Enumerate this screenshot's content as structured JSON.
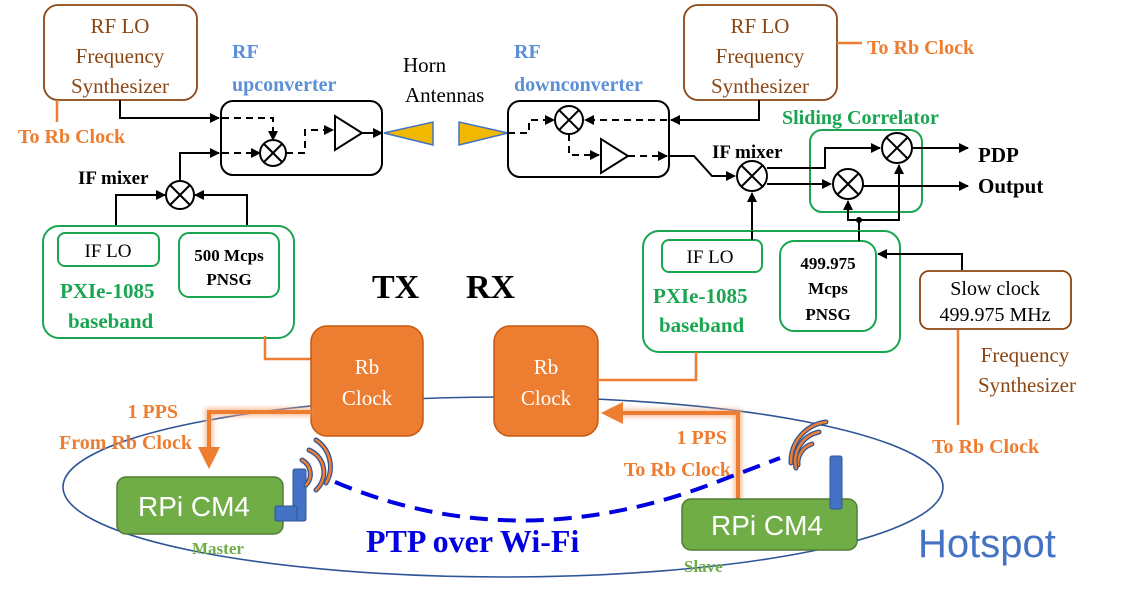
{
  "tx": {
    "rf_lo": {
      "line1": "RF LO",
      "line2": "Frequency",
      "line3": "Synthesizer"
    },
    "rf_lo_ref": "To Rb Clock",
    "upconverter_label": {
      "line1": "RF",
      "line2": "upconverter"
    },
    "if_mixer_label": "IF mixer",
    "baseband": {
      "if_lo": "IF LO",
      "pnsg": {
        "line1": "500 Mcps",
        "line2": "PNSG"
      },
      "name_line1": "PXIe-1085",
      "name_line2": "baseband"
    },
    "side_label": "TX"
  },
  "horn": {
    "line1": "Horn",
    "line2": "Antennas"
  },
  "rx": {
    "rf_lo": {
      "line1": "RF LO",
      "line2": "Frequency",
      "line3": "Synthesizer"
    },
    "rf_lo_ref": "To Rb Clock",
    "downconverter_label": {
      "line1": "RF",
      "line2": "downconverter"
    },
    "if_mixer_label": "IF mixer",
    "sliding_correlator_label": "Sliding Correlator",
    "output_label": {
      "line1": "PDP",
      "line2": "Output"
    },
    "baseband": {
      "if_lo": "IF LO",
      "pnsg": {
        "line1": "499.975",
        "line2": "Mcps",
        "line3": "PNSG"
      },
      "name_line1": "PXIe-1085",
      "name_line2": "baseband"
    },
    "slow_clock": {
      "line1": "Slow clock",
      "line2": "499.975  MHz"
    },
    "freq_synth_label": {
      "line1": "Frequency",
      "line2": "Synthesizer"
    },
    "slow_clock_ref": "To Rb Clock",
    "side_label": "RX"
  },
  "rb_clock_tx": {
    "line1": "Rb",
    "line2": "Clock"
  },
  "rb_clock_rx": {
    "line1": "Rb",
    "line2": "Clock"
  },
  "pps_tx": {
    "line1": "1 PPS",
    "line2": "From Rb Clock"
  },
  "pps_rx": {
    "line1": "1 PPS",
    "line2": "To Rb Clock"
  },
  "master": {
    "device": "RPi CM4",
    "role": "Master"
  },
  "slave": {
    "device": "RPi CM4",
    "role": "Slave"
  },
  "link_label": "PTP over Wi-Fi",
  "hotspot_label": "Hotspot",
  "colors": {
    "synth_border": "#8B4513",
    "rb_orange": "#ED7D31",
    "baseband_green": "#1AA550",
    "rpi_green": "#70AD47",
    "label_blue": "#5B8FD6",
    "horn_gold": "#F0B800",
    "ptp_blue": "#0000E0",
    "ellipse_navy": "#2F5597"
  }
}
